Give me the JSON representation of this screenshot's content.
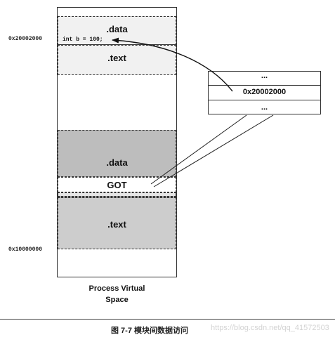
{
  "addresses": {
    "high": "0x20002000",
    "low": "0x10000000"
  },
  "process_space": {
    "top_data_label": ".data",
    "top_data_code": "int b = 100;",
    "top_text_label": ".text",
    "module_data_label": ".data",
    "got_label": "GOT",
    "module_text_label": ".text",
    "caption_line1": "Process Virtual",
    "caption_line2": "Space"
  },
  "got_table": {
    "row1": "...",
    "row2": "0x20002000",
    "row3": "..."
  },
  "figure": {
    "caption": "图 7-7   模块间数据访问"
  },
  "watermark": "https://blog.csdn.net/qq_41572503"
}
